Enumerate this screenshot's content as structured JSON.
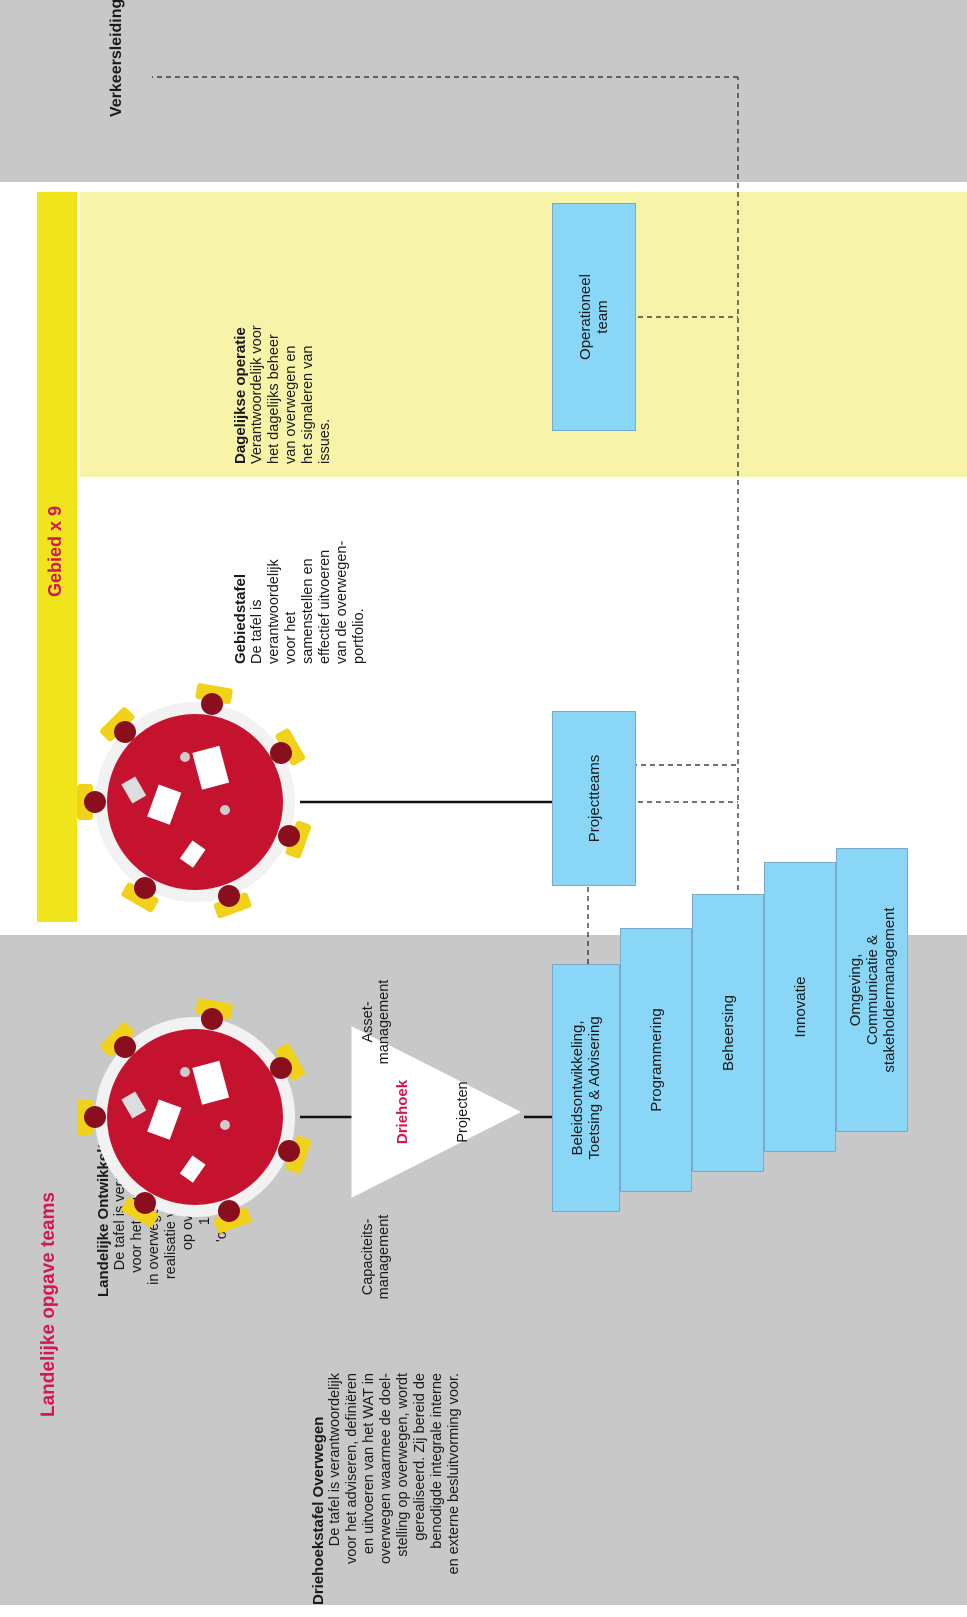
{
  "national": {
    "title": "Landelijke opgave teams",
    "ontwikkeltafel": {
      "heading": "Landelijke Ontwikkeltafel",
      "text": "De tafel is verantwoordelijk\nvoor het sturen op het WAT\nin overwegen en daarmee de\nrealisatie van de doelstelling\nop overwegen. Er wordt\n1 portefeuillehouder\n'overwegen' benoemd."
    },
    "driehoekstafel": {
      "heading": "Driehoekstafel Overwegen",
      "text": "De tafel is verantwoordelijk\nvoor het adviseren, definiëren\nen uitvoeren van het WAT in\noverwegen waarmee de doel-\nstelling op overwegen, wordt\ngerealiseerd. Zij bereid de\nbenodigde integrale interne\nen externe besluitvorming voor."
    },
    "triangle": {
      "center": "Driehoek",
      "left": "Capaciteits-\nmanagement",
      "right": "Asset-\nmanagement",
      "bottom": "Projecten"
    },
    "stack": [
      "Beleidsontwikkeling,\nToetsing & Advisering",
      "Programmering",
      "Beheersing",
      "Innovatie",
      "Omgeving,\nCommunicatie &\nstakeholdermanagement"
    ]
  },
  "region": {
    "title": "Gebied x 9",
    "gebiedstafel": {
      "heading": "Gebiedstafel",
      "text": "De tafel is\nverantwoordelijk\nvoor het\nsamenstellen en\neffectief uitvoeren\nvan de overwegen-\nportfolio."
    },
    "operatie": {
      "heading": "Dagelijkse operatie",
      "text": "Verantwoordelijk voor\nhet dagelijks beheer\nvan overwegen en\nhet signaleren van\nissues."
    },
    "projectteams": "Projectteams",
    "operationeel": "Operationeel\nteam"
  },
  "traffic": {
    "title": "Verkeersleiding"
  },
  "colors": {
    "grey_band": "#c8c8c9",
    "yellow_band": "#f7f3a8",
    "yellow_title": "#f0e41a",
    "title_red": "#d3174f",
    "box_blue": "#8ad6f6",
    "table_red": "#c4122f"
  }
}
